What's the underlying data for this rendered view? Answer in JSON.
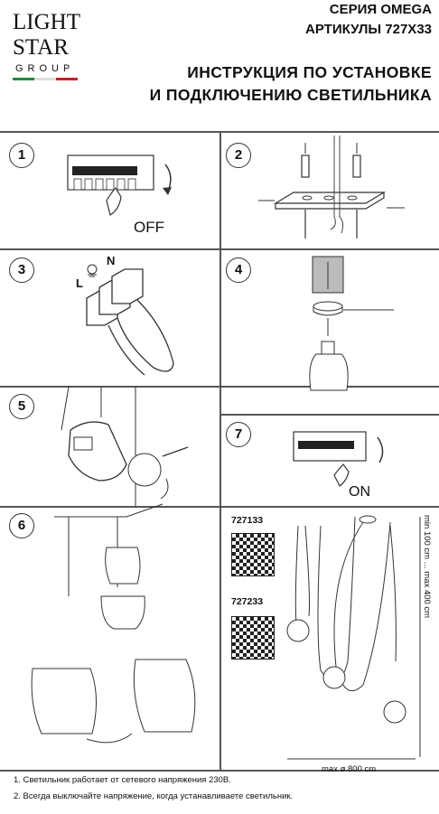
{
  "logo": {
    "line1": "LIGHT",
    "line2": "STAR",
    "line3": "GROUP",
    "flag_colors": [
      "#1a8a3c",
      "#ffffff",
      "#c8202a"
    ]
  },
  "header": {
    "series": "СЕРИЯ OMEGA",
    "articles": "АРТИКУЛЫ 727Х33",
    "title_line1": "ИНСТРУКЦИЯ ПО УСТАНОВКЕ",
    "title_line2": "И ПОДКЛЮЧЕНИЮ СВЕТИЛЬНИКА"
  },
  "steps": [
    {
      "num": "1",
      "label": "OFF"
    },
    {
      "num": "2"
    },
    {
      "num": "3",
      "label_n": "N",
      "label_l": "L"
    },
    {
      "num": "4"
    },
    {
      "num": "5"
    },
    {
      "num": "6"
    },
    {
      "num": "7",
      "label": "ON"
    }
  ],
  "models": [
    {
      "article": "727133"
    },
    {
      "article": "727233"
    }
  ],
  "dimensions": {
    "height": "min 100 cm ... max 400 cm",
    "width": "max ø 800 cm"
  },
  "notes": [
    "1. Светильник работает от сетевого напряжения 230В.",
    "2. Всегда выключайте напряжение, когда устанавливаете светильник."
  ]
}
